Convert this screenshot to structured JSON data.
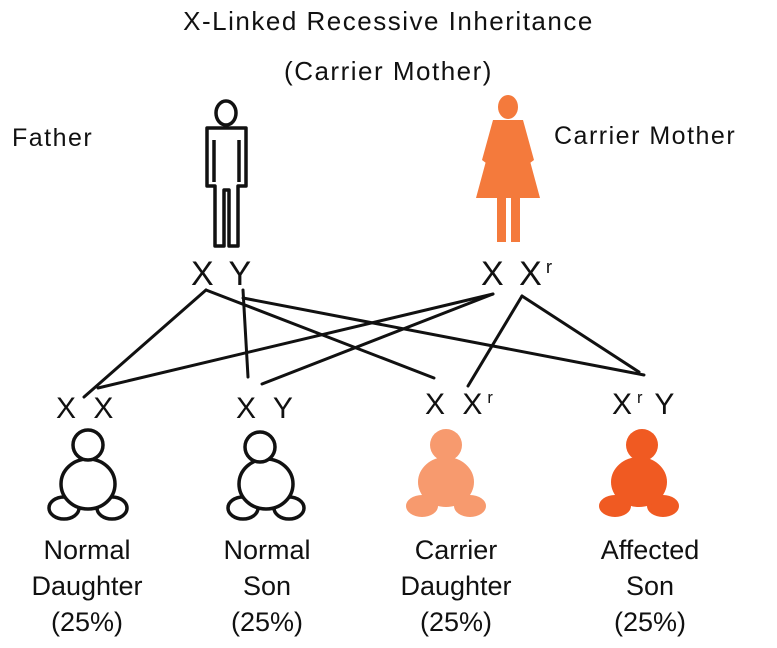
{
  "title": "X-Linked Recessive Inheritance",
  "subtitle": "(Carrier Mother)",
  "parents": {
    "father": {
      "label": "Father",
      "genotype": {
        "a": "X",
        "b": "Y",
        "b_sup": ""
      }
    },
    "mother": {
      "label": "Carrier Mother",
      "genotype": {
        "a": "X",
        "b": "X",
        "b_sup": "r"
      }
    }
  },
  "children": [
    {
      "genotype": {
        "a": "X",
        "b": "X",
        "a_sup": "",
        "b_sup": ""
      },
      "line1": "Normal",
      "line2": "Daughter",
      "percent": "(25%)"
    },
    {
      "genotype": {
        "a": "X",
        "b": "Y",
        "a_sup": "",
        "b_sup": ""
      },
      "line1": "Normal",
      "line2": "Son",
      "percent": "(25%)"
    },
    {
      "genotype": {
        "a": "X",
        "b": "X",
        "a_sup": "",
        "b_sup": "r"
      },
      "line1": "Carrier",
      "line2": "Daughter",
      "percent": "(25%)"
    },
    {
      "genotype": {
        "a": "X",
        "b": "Y",
        "a_sup": "r",
        "b_sup": ""
      },
      "line1": "Affected",
      "line2": "Son",
      "percent": "(25%)"
    }
  ],
  "colors": {
    "carrier_orange": "#f47a3c",
    "carrier_light": "#f79a6e",
    "affected_orange": "#f05a22",
    "outline": "#111111"
  }
}
